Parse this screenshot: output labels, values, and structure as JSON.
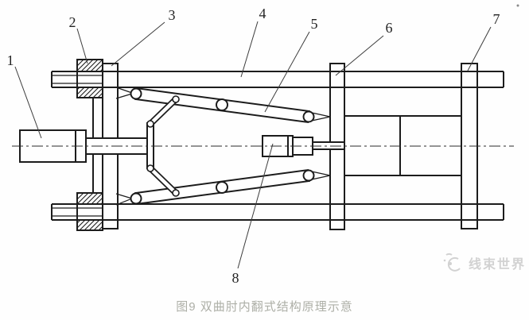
{
  "figure": {
    "caption": "图9  双曲肘内翻式结构原理示意",
    "watermark_text": "线束世界",
    "part_labels": [
      "1",
      "2",
      "3",
      "4",
      "5",
      "6",
      "7",
      "8"
    ]
  },
  "colors": {
    "line": "#1c1c1c",
    "label": "#242424",
    "caption": "#adafa7",
    "watermark": "#d2d2d2",
    "background": "#fefefe"
  }
}
